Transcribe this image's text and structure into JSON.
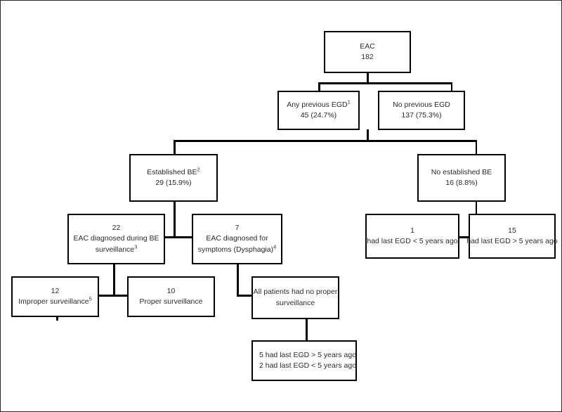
{
  "diagram": {
    "type": "flowchart",
    "title": "EAC patient surveillance flow diagram",
    "nodes": {
      "eac": {
        "line1": "EAC",
        "line2": "182"
      },
      "any_previous_egd": {
        "line1": "Any previous EGD",
        "sup1": "1",
        "line2": "45 (24.7%)"
      },
      "no_previous_egd": {
        "line1": "No previous EGD",
        "line2": "137 (75.3%)"
      },
      "established_be": {
        "line1": "Established BE",
        "sup1": "2",
        "line2": "29 (15.9%)"
      },
      "no_established_be": {
        "line1": "No established BE",
        "line2": "16 (8.8%)"
      },
      "eac_during_surveillance": {
        "line1": "22",
        "line2": "EAC diagnosed during BE",
        "line3": "surveillance",
        "sup3": "3"
      },
      "eac_for_symptoms": {
        "line1": "7",
        "line2": "EAC diagnosed for",
        "line3": "symptoms  (Dysphagia)",
        "sup3": "4"
      },
      "improper_surveillance": {
        "line1": "12",
        "line2": "Improper  surveillance",
        "sup2": "5"
      },
      "proper_surveillance": {
        "line1": "10",
        "line2": "Proper  surveillance"
      },
      "no_proper_surveillance": {
        "line1": "All patients had no proper",
        "line2": "surveillance"
      },
      "symptom_egd_timing": {
        "line1": "5 had last EGD > 5 years ago",
        "line2": "2 had last EGD < 5 years ago"
      },
      "no_be_egd_under5": {
        "line1": "1",
        "line2": "had last EGD < 5 years ago"
      },
      "no_be_egd_over5": {
        "line1": "15",
        "line2": "had last EGD > 5 years ago"
      }
    }
  }
}
